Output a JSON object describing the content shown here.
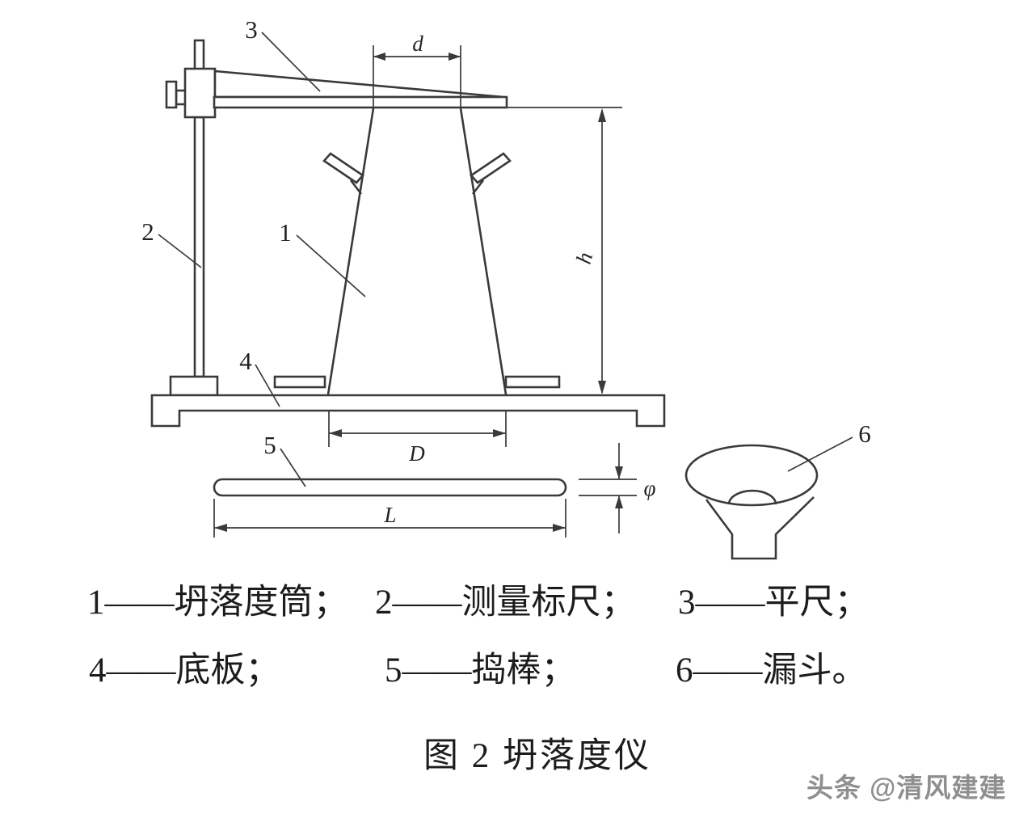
{
  "diagram": {
    "part_labels": {
      "n1": "1",
      "n2": "2",
      "n3": "3",
      "n4": "4",
      "n5": "5",
      "n6": "6"
    },
    "dimension_labels": {
      "d": "d",
      "h": "h",
      "D": "D",
      "L": "L",
      "phi": "φ"
    }
  },
  "legend": {
    "items": [
      "1——坍落度筒；",
      "2——测量标尺；",
      "3——平尺；",
      "4——底板；",
      "5——捣棒；",
      "6——漏斗。"
    ]
  },
  "caption": "图 2 坍落度仪",
  "watermark": "头条 @清风建建",
  "colors": {
    "line": "#3a3a3a",
    "text": "#1c1c1c",
    "watermark": "#8f8f8f",
    "background": "#ffffff"
  }
}
